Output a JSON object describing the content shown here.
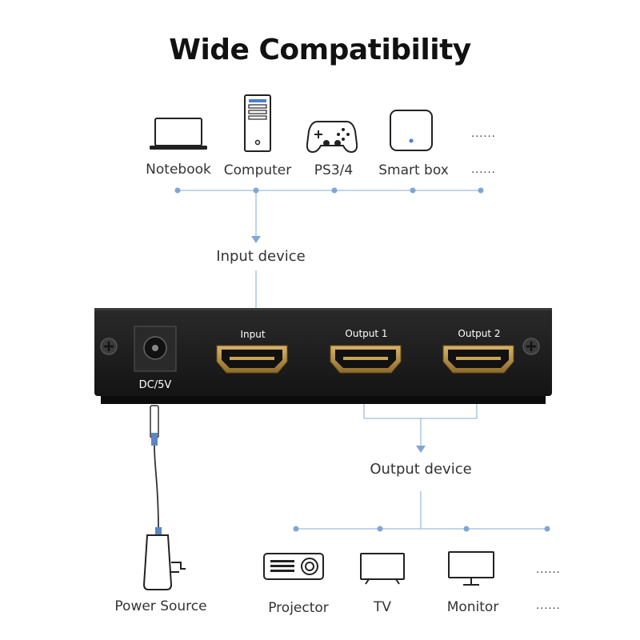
{
  "title": "Wide Compatibility",
  "inputs": [
    {
      "label": "Notebook",
      "icon": "laptop-icon"
    },
    {
      "label": "Computer",
      "icon": "desktop-tower-icon"
    },
    {
      "label": "PS3/4",
      "icon": "gamepad-icon"
    },
    {
      "label": "Smart box",
      "icon": "smart-box-icon"
    },
    {
      "label": "......",
      "icon": "more-icon"
    }
  ],
  "input_device_label": "Input device",
  "splitter": {
    "power_port_label": "DC/5V",
    "input_port_label": "Input",
    "output1_label": "Output 1",
    "output2_label": "Output 2"
  },
  "output_device_label": "Output device",
  "power_source_label": "Power Source",
  "outputs": [
    {
      "label": "Projector",
      "icon": "projector-icon"
    },
    {
      "label": "TV",
      "icon": "tv-icon"
    },
    {
      "label": "Monitor",
      "icon": "monitor-icon"
    },
    {
      "label": "......",
      "icon": "more-icon"
    }
  ],
  "colors": {
    "accent": "#7ea6d6",
    "device_body": "#1b1b1b",
    "port_gold": "#b58a3a"
  }
}
